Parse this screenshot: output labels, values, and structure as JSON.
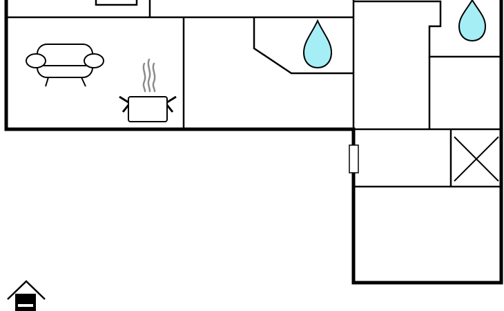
{
  "floor_plan": {
    "colors": {
      "background": "#ffffff",
      "wall": "#000000",
      "water": "#a6eef6",
      "steam": "#8a8a8a"
    },
    "rooms": [
      {
        "id": "living-room",
        "icons": [
          "sofa-icon",
          "cooking-pot-icon"
        ]
      },
      {
        "id": "hallway",
        "icons": []
      },
      {
        "id": "bathroom",
        "icons": [
          "water-drop-icon"
        ]
      },
      {
        "id": "corridor",
        "icons": []
      },
      {
        "id": "wc",
        "icons": [
          "water-drop-icon"
        ]
      },
      {
        "id": "storage",
        "icons": []
      },
      {
        "id": "entry",
        "icons": [
          "door-icon"
        ]
      },
      {
        "id": "utility",
        "icons": [
          "installation-shaft-icon"
        ]
      },
      {
        "id": "bedroom",
        "icons": []
      }
    ],
    "legend_icon": "house-entrance-icon"
  }
}
